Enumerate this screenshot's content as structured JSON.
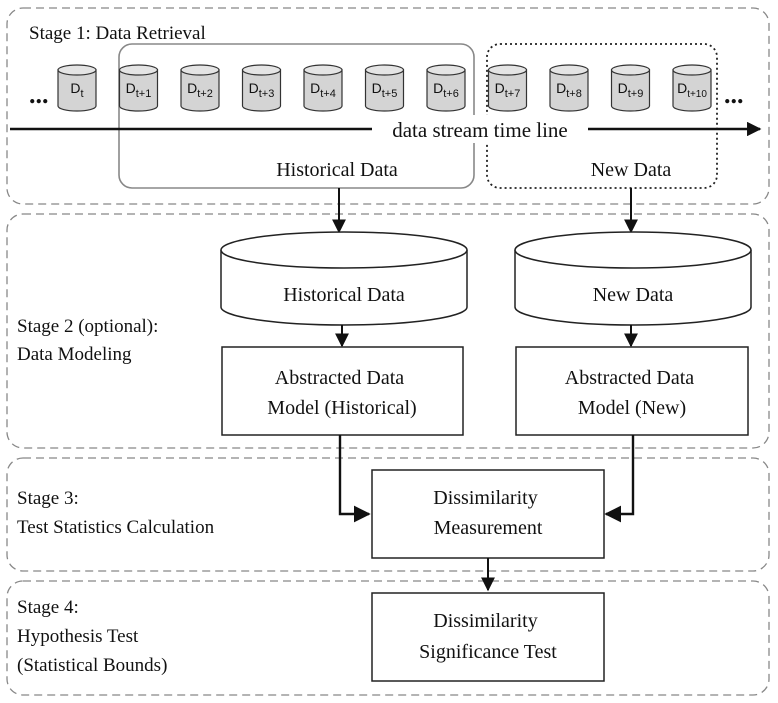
{
  "stages": [
    {
      "lines": [
        "Stage 1: Data Retrieval"
      ]
    },
    {
      "lines": [
        "Stage 2 (optional):",
        "Data Modeling"
      ]
    },
    {
      "lines": [
        "Stage 3:",
        "Test Statistics Calculation"
      ]
    },
    {
      "lines": [
        "Stage 4:",
        "Hypothesis Test",
        "(Statistical Bounds)"
      ]
    }
  ],
  "timeline": {
    "label": "data stream time line",
    "ellipsis": "...",
    "chunks": [
      {
        "base": "D",
        "sub": "t"
      },
      {
        "base": "D",
        "sub": "t+1"
      },
      {
        "base": "D",
        "sub": "t+2"
      },
      {
        "base": "D",
        "sub": "t+3"
      },
      {
        "base": "D",
        "sub": "t+4"
      },
      {
        "base": "D",
        "sub": "t+5"
      },
      {
        "base": "D",
        "sub": "t+6"
      },
      {
        "base": "D",
        "sub": "t+7"
      },
      {
        "base": "D",
        "sub": "t+8"
      },
      {
        "base": "D",
        "sub": "t+9"
      },
      {
        "base": "D",
        "sub": "t+10"
      }
    ]
  },
  "groups": {
    "historical": "Historical Data",
    "new": "New Data"
  },
  "databases": {
    "historical": "Historical Data",
    "new": "New Data"
  },
  "models": {
    "historical": [
      "Abstracted Data",
      "Model (Historical)"
    ],
    "new": [
      "Abstracted Data",
      "Model (New)"
    ]
  },
  "measurement": [
    "Dissimilarity",
    "Measurement"
  ],
  "significance": [
    "Dissimilarity",
    "Significance Test"
  ]
}
